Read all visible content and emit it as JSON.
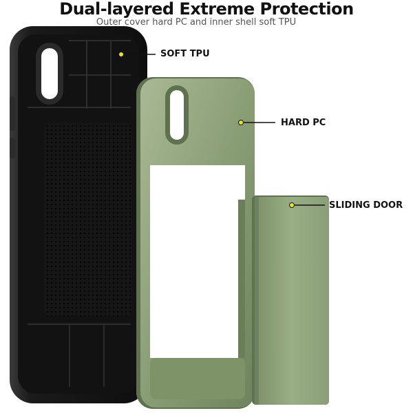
{
  "heading": {
    "title": "Dual-layered Extreme Protection",
    "subtitle": "Outer cover hard PC  and inner shell soft TPU"
  },
  "callouts": [
    {
      "id": "soft-tpu",
      "label": "SOFT TPU"
    },
    {
      "id": "hard-pc",
      "label": "HARD PC"
    },
    {
      "id": "sliding-door",
      "label": "SLIDING DOOR"
    }
  ],
  "colors": {
    "tpu_black": "#1b1b1b",
    "pc_green": "#8fa37c",
    "pc_green_dark": "#5f7250",
    "dot_yellow": "#e6e61c"
  }
}
